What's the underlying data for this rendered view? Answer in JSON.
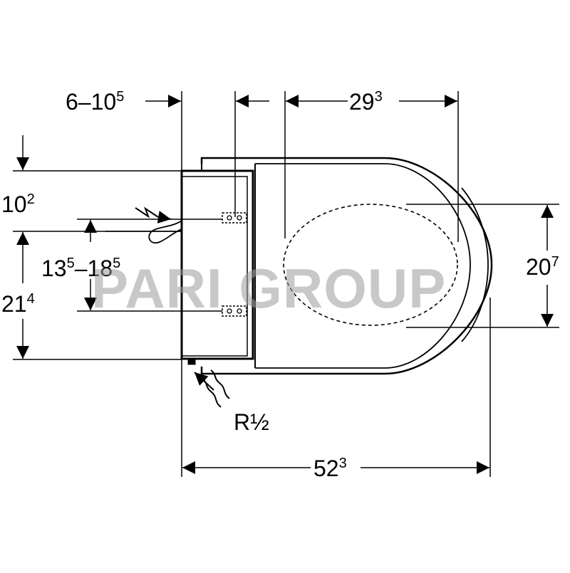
{
  "watermark": "PARI GROUP",
  "dimensions": {
    "offset": {
      "main": "6–10",
      "sup": "5"
    },
    "seat_width": {
      "main": "29",
      "sup": "3"
    },
    "top_height": {
      "main": "10",
      "sup": "2"
    },
    "connection_range": {
      "a_main": "13",
      "a_sup": "5",
      "sep": "–",
      "b_main": "18",
      "b_sup": "5"
    },
    "lower_height": {
      "main": "21",
      "sup": "4"
    },
    "opening_depth": {
      "main": "20",
      "sup": "7"
    },
    "total_length": {
      "main": "52",
      "sup": "3"
    }
  },
  "water_connection": {
    "main": "R",
    "sup": "½"
  },
  "colors": {
    "line": "#000000",
    "watermark": "#9a9a9a"
  }
}
